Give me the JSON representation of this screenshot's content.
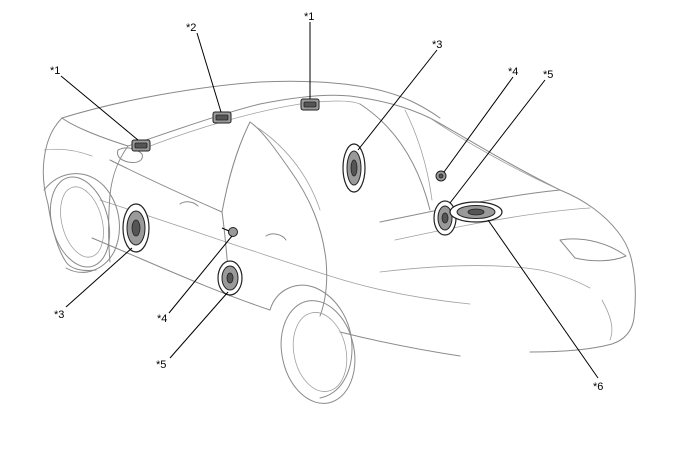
{
  "callouts": {
    "c1_roof": "*1",
    "c1_front": "*1",
    "c2": "*2",
    "c3_rear": "*3",
    "c3_front": "*3",
    "c4_rear": "*4",
    "c4_front": "*4",
    "c5_rear": "*5",
    "c5_front": "*5",
    "c6": "*6"
  }
}
